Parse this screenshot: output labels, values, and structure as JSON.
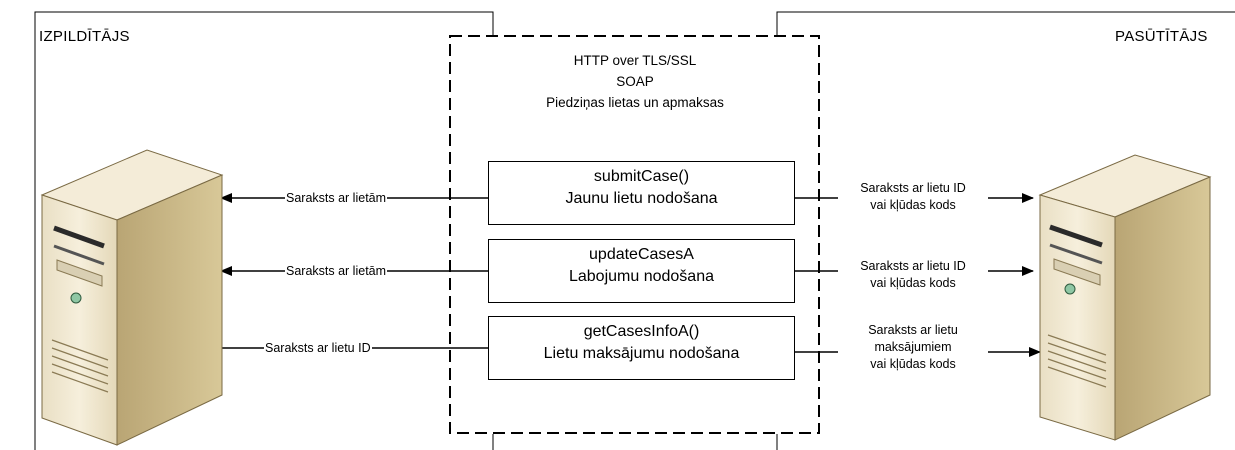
{
  "parties": {
    "left": "IZPILDĪTĀJS",
    "right": "PASŪTĪTĀJS"
  },
  "protocol": {
    "line1": "HTTP over TLS/SSL",
    "line2": "SOAP",
    "line3": "Piedziņas lietas un apmaksas"
  },
  "methods": [
    {
      "method": "submitCase()",
      "description": "Jaunu lietu nodošana",
      "left_label": "Saraksts ar lietām",
      "right_label": [
        "Saraksts ar lietu ID",
        "vai kļūdas kods"
      ]
    },
    {
      "method": "updateCasesA",
      "description": "Labojumu nodošana",
      "left_label": "Saraksts ar lietām",
      "right_label": [
        "Saraksts ar lietu ID",
        "vai kļūdas kods"
      ]
    },
    {
      "method": "getCasesInfoA()",
      "description": "Lietu maksājumu nodošana",
      "left_label": "Saraksts ar lietu ID",
      "right_label": [
        "Saraksts ar lietu",
        "maksājumiem",
        "vai kļūdas kods"
      ]
    }
  ],
  "icons": {
    "left_server": "server-tower-icon",
    "right_server": "server-tower-icon"
  },
  "colors": {
    "server_face": "#efe6cf",
    "server_side": "#cdbb8e",
    "server_top": "#f7f1e2",
    "led": "#8fc7a4"
  }
}
